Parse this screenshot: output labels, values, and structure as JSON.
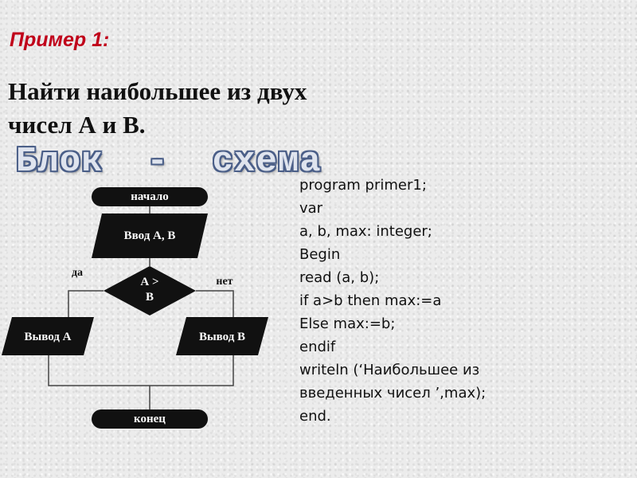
{
  "header": {
    "example_label": "Пример 1:"
  },
  "task": {
    "line1": "Найти наибольшее из двух",
    "line2": "чисел А  и  В."
  },
  "section_title": "Блок  -  схема",
  "colors": {
    "label_red": "#c0001a",
    "flow_block": "#111111",
    "banner_fill": "#dfe4ee",
    "banner_outline": "#4b5f88"
  },
  "flowchart": {
    "start": "начало",
    "input": "Ввод А, В",
    "condition_line1": "А  >",
    "condition_line2": "В",
    "yes": "да",
    "no": "нет",
    "output_a": "Вывод А",
    "output_b": "Вывод В",
    "end": "конец"
  },
  "code": [
    "program primer1;",
    "var",
    "a, b, max: integer;",
    "Begin",
    "read (a, b);",
    "if a>b then max:=a",
    "Else max:=b;",
    "endif",
    "writeln (‘Наибольшее из",
    "введенных чисел ’,max);",
    "end."
  ]
}
